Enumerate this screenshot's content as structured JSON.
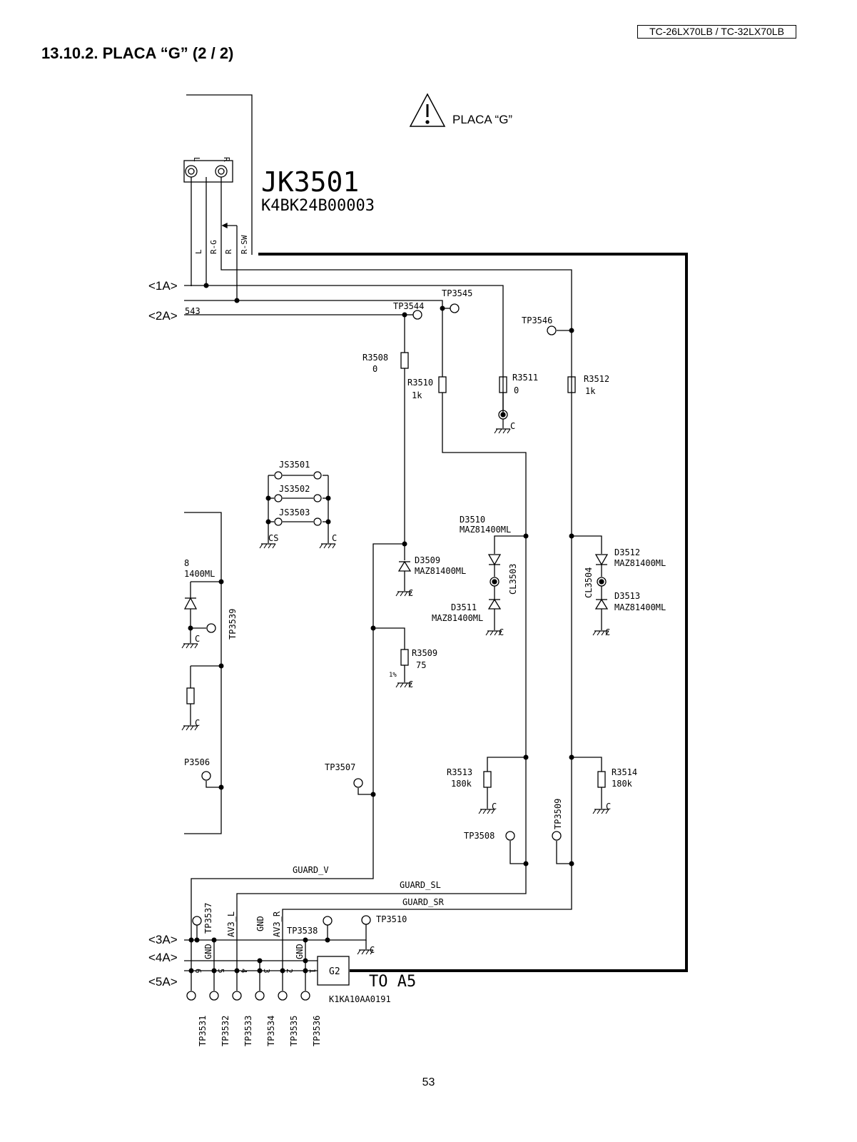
{
  "header": {
    "model": "TC-26LX70LB / TC-32LX70LB",
    "title": "13.10.2. PLACA “G” (2 / 2)",
    "board_label": "PLACA “G”"
  },
  "connector": {
    "ref": "JK3501",
    "part": "K4BK24B00003",
    "pin_L": "L",
    "pin_R": "R",
    "pins": [
      "L",
      "R-G",
      "R",
      "R-SW"
    ]
  },
  "ports": [
    "<1A>",
    "<2A>",
    "<3A>",
    "<4A>",
    "<5A>"
  ],
  "frag": {
    "n43": "543",
    "d8": "8",
    "d8part": "1400ML",
    "tp3539": "TP3539",
    "tp3506": "P3506"
  },
  "components": {
    "tp3544": "TP3544",
    "tp3545": "TP3545",
    "tp3546": "TP3546",
    "r3508": "R3508",
    "r3508v": "0",
    "r3510": "R3510",
    "r3510v": "1k",
    "r3511": "R3511",
    "r3511v": "0",
    "r3512": "R3512",
    "r3512v": "1k",
    "js3501": "JS3501",
    "js3502": "JS3502",
    "js3503": "JS3503",
    "cs": "CS",
    "c": "C",
    "d3509": "D3509",
    "d3509p": "MAZ81400ML",
    "d3510": "D3510",
    "d3510p": "MAZ81400ML",
    "d3511": "D3511",
    "d3511p": "MAZ81400ML",
    "d3512": "D3512",
    "d3512p": "MAZ81400ML",
    "d3513": "D3513",
    "d3513p": "MAZ81400ML",
    "cl3503": "CL3503",
    "cl3504": "CL3504",
    "r3509": "R3509",
    "r3509v": "75",
    "r3509t": "1%",
    "tp3507": "TP3507",
    "tp3508": "TP3508",
    "tp3509": "TP3509",
    "r3513": "R3513",
    "r3513v": "180k",
    "r3514": "R3514",
    "r3514v": "180k",
    "tp3510": "TP3510",
    "tp3537": "TP3537",
    "tp3538": "TP3538",
    "g2": "G2",
    "g2part": "K1KA10AA0191",
    "to_a5": "TO A5"
  },
  "nets": {
    "guard_v": "GUARD_V",
    "guard_sl": "GUARD_SL",
    "guard_sr": "GUARD_SR"
  },
  "bottom_labels": [
    "GND",
    "AV3_L",
    "GND",
    "AV3_R",
    "GND"
  ],
  "pin_numbers": [
    "6",
    "5",
    "4",
    "3",
    "2",
    "1"
  ],
  "bottom_tps": [
    "TP3531",
    "TP3532",
    "TP3533",
    "TP3534",
    "TP3535",
    "TP3536"
  ],
  "page_number": "53"
}
